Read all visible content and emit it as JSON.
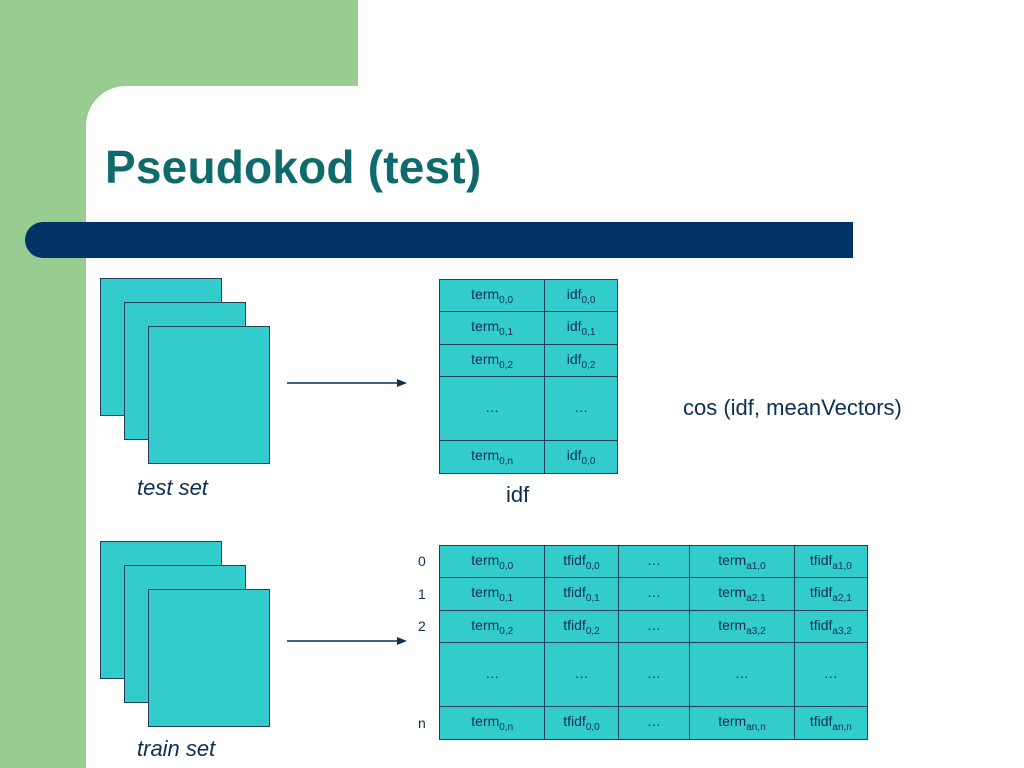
{
  "title": "Pseudokod (test)",
  "test_set_label": "test set",
  "train_set_label": "train set",
  "idf_caption": "idf",
  "formula": "cos (idf, meanVectors)",
  "idf_table": [
    [
      {
        "base": "term",
        "sub": "0,0"
      },
      {
        "base": "idf",
        "sub": "0,0"
      }
    ],
    [
      {
        "base": "term",
        "sub": "0,1"
      },
      {
        "base": "idf",
        "sub": "0,1"
      }
    ],
    [
      {
        "base": "term",
        "sub": "0,2"
      },
      {
        "base": "idf",
        "sub": "0,2"
      }
    ],
    [
      {
        "base": "…",
        "sub": ""
      },
      {
        "base": "…",
        "sub": ""
      }
    ],
    [
      {
        "base": "term",
        "sub": "0,n"
      },
      {
        "base": "idf",
        "sub": "0,0"
      }
    ]
  ],
  "train_row_indices": [
    "0",
    "1",
    "2",
    "n"
  ],
  "train_table": [
    [
      {
        "base": "term",
        "sub": "0,0"
      },
      {
        "base": "tfidf",
        "sub": "0,0"
      },
      {
        "base": "…",
        "sub": ""
      },
      {
        "base": "term",
        "sub": "a1,0"
      },
      {
        "base": "tfidf",
        "sub": "a1,0"
      }
    ],
    [
      {
        "base": "term",
        "sub": "0,1"
      },
      {
        "base": "tfidf",
        "sub": "0,1"
      },
      {
        "base": "…",
        "sub": ""
      },
      {
        "base": "term",
        "sub": "a2,1"
      },
      {
        "base": "tfidf",
        "sub": "a2,1"
      }
    ],
    [
      {
        "base": "term",
        "sub": "0,2"
      },
      {
        "base": "tfidf",
        "sub": "0,2"
      },
      {
        "base": "…",
        "sub": ""
      },
      {
        "base": "term",
        "sub": "a3,2"
      },
      {
        "base": "tfidf",
        "sub": "a3,2"
      }
    ],
    [
      {
        "base": "…",
        "sub": ""
      },
      {
        "base": "…",
        "sub": ""
      },
      {
        "base": "…",
        "sub": ""
      },
      {
        "base": "…",
        "sub": ""
      },
      {
        "base": "…",
        "sub": ""
      }
    ],
    [
      {
        "base": "term",
        "sub": "0,n"
      },
      {
        "base": "tfidf",
        "sub": "0,0"
      },
      {
        "base": "…",
        "sub": ""
      },
      {
        "base": "term",
        "sub": "an,n"
      },
      {
        "base": "tfidf",
        "sub": "an,n"
      }
    ]
  ],
  "colors": {
    "green": "#99cc90",
    "title_bar": "#003366",
    "title_text": "#0f6b6b",
    "doc_fill": "#33cccc",
    "text": "#0c2f52"
  }
}
